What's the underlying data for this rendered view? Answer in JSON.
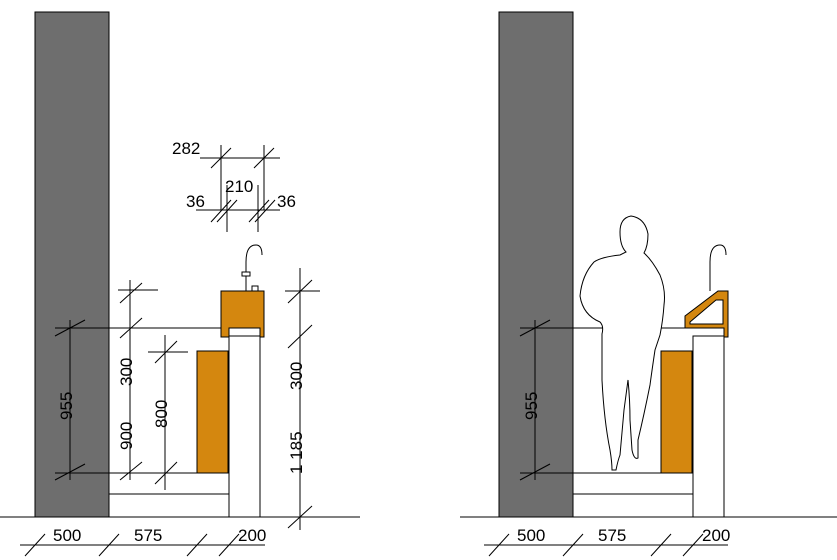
{
  "left_elevation": {
    "dims": {
      "d282": "282",
      "d210": "210",
      "d36_left": "36",
      "d36_right": "36",
      "d955": "955",
      "d300_inner": "300",
      "d900": "900",
      "d800": "800",
      "d300_right": "300",
      "d1185": "1 185",
      "d500": "500",
      "d575": "575",
      "d200": "200"
    }
  },
  "right_elevation": {
    "dims": {
      "d955": "955",
      "d500": "500",
      "d575": "575",
      "d200": "200"
    }
  },
  "colors": {
    "wall": "#6e6e6e",
    "wood": "#d4870f",
    "line": "#000000"
  }
}
